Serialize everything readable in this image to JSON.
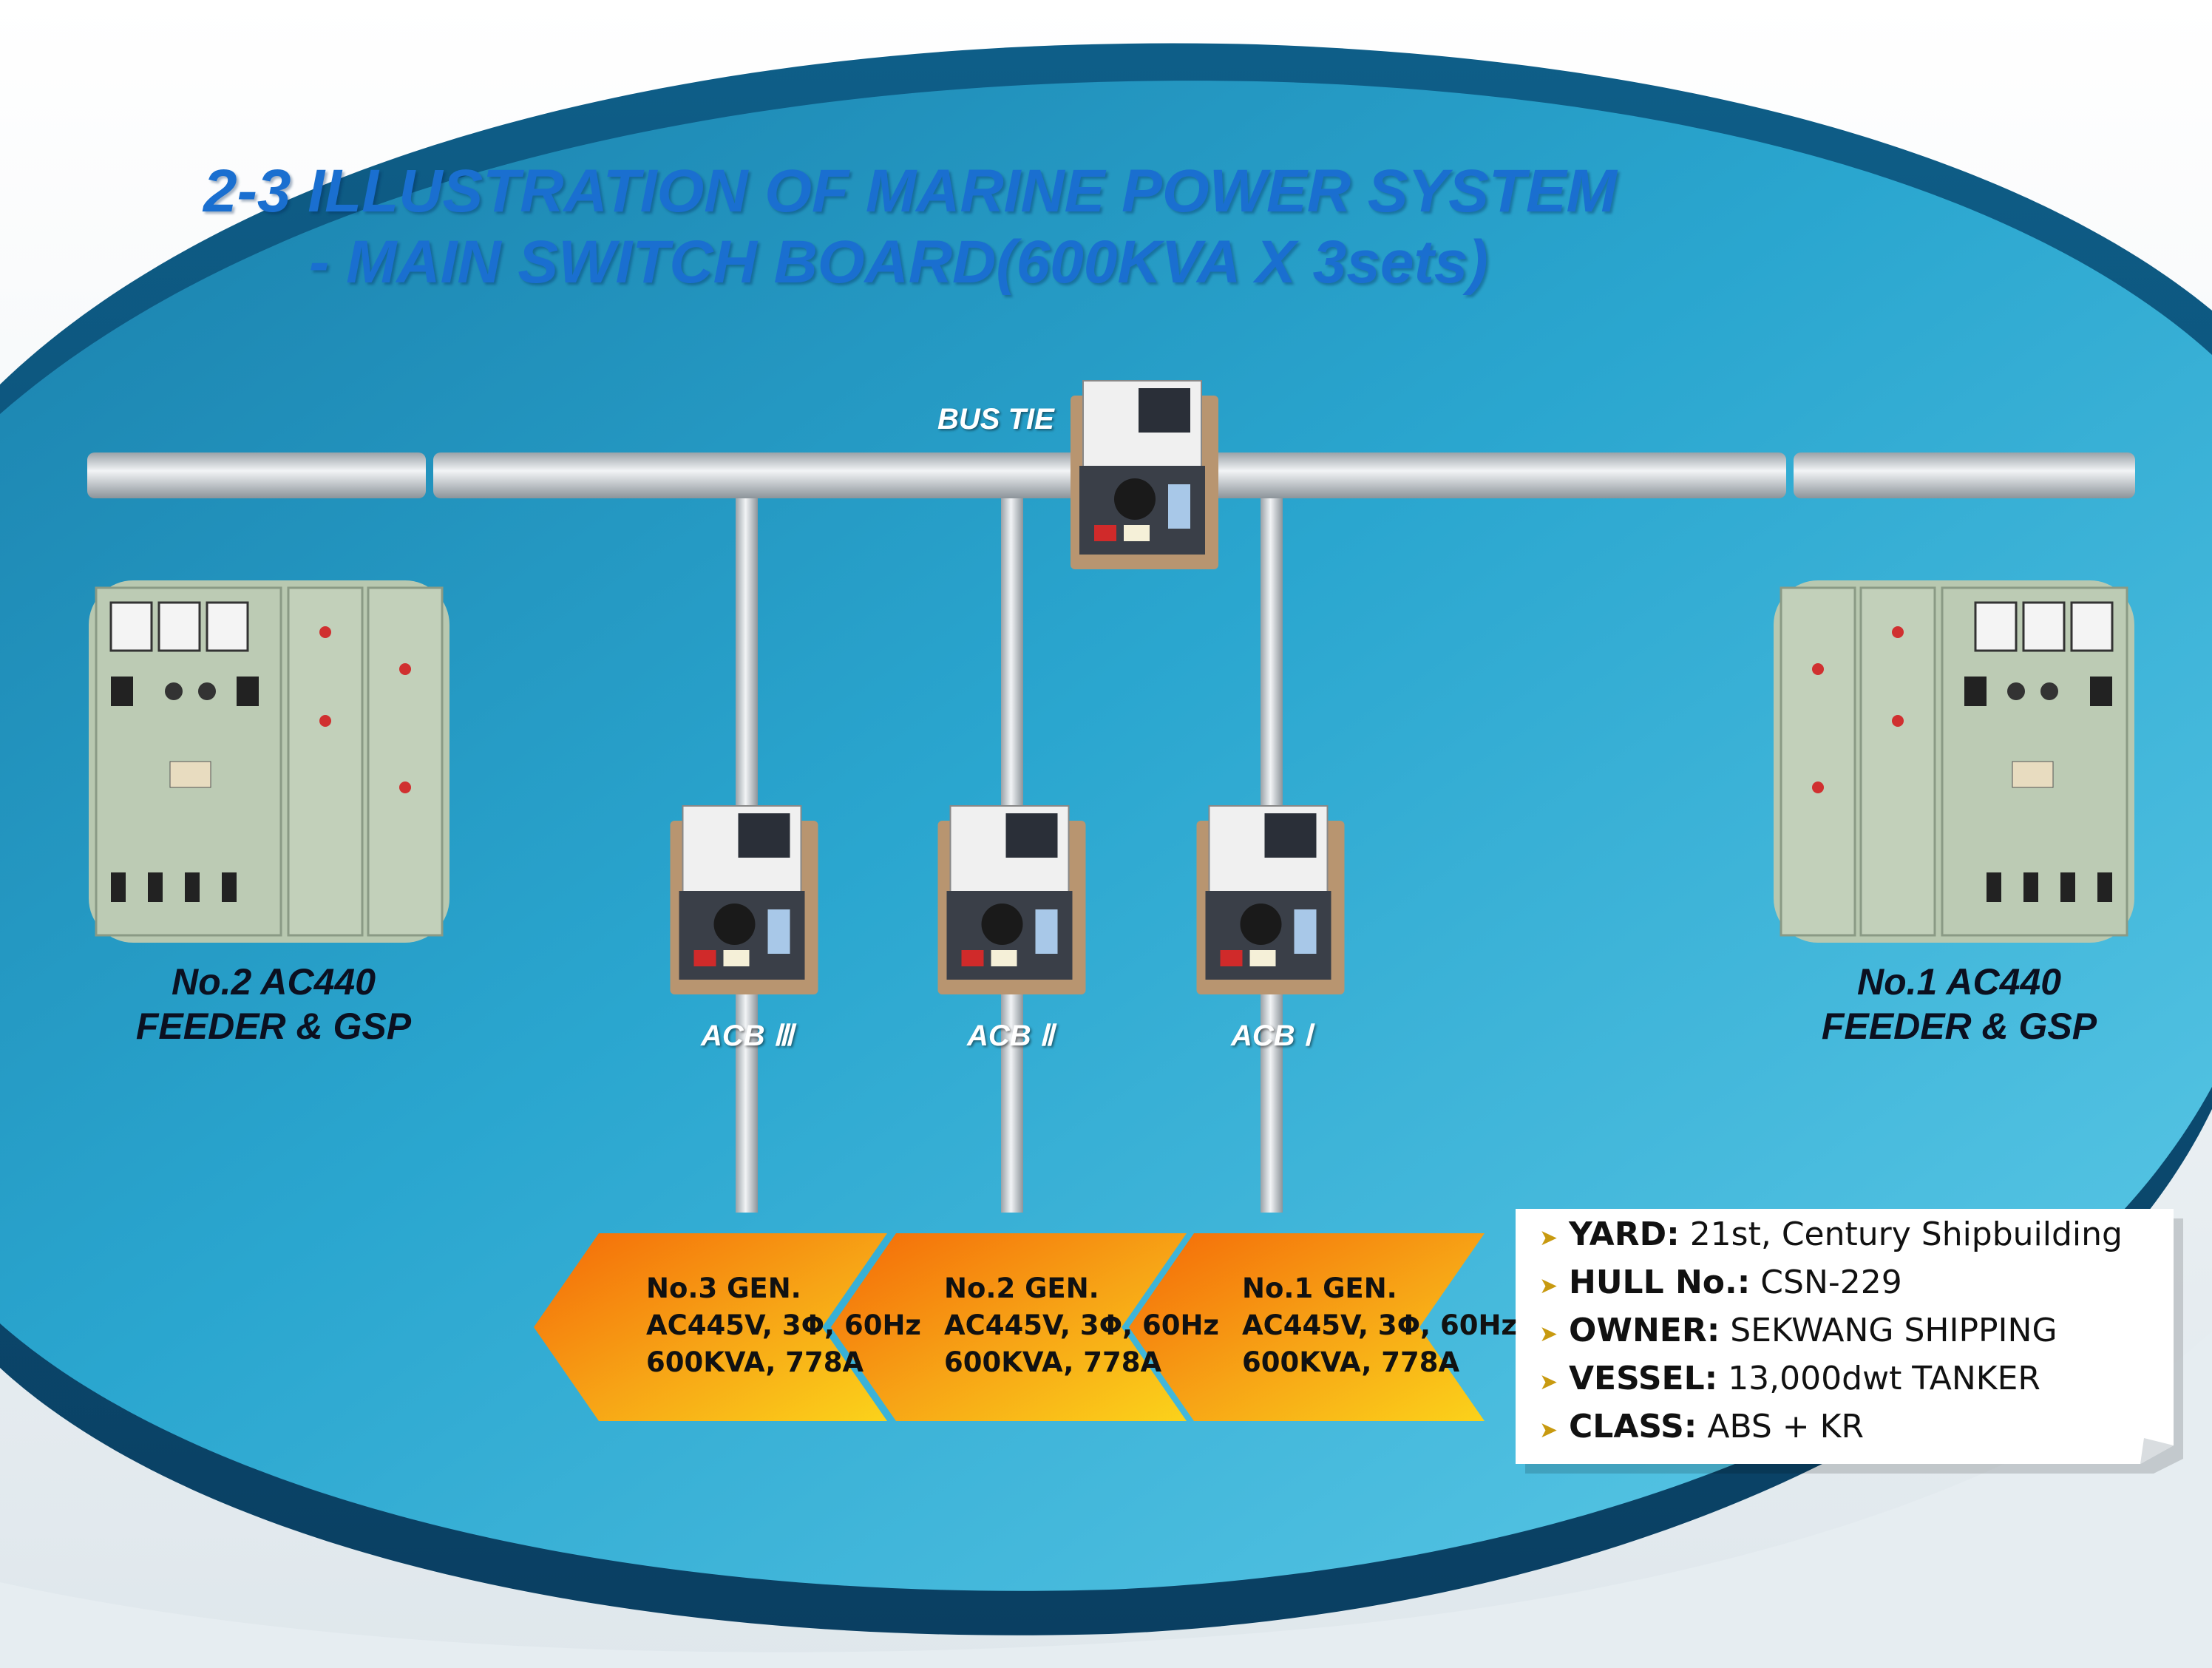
{
  "title": {
    "line1": "2-3 ILLUSTRATION OF MARINE POWER SYSTEM",
    "line2": "- MAIN SWITCH BOARD(600KVA X 3sets)"
  },
  "bus_tie": {
    "label": "BUS TIE"
  },
  "breakers": [
    {
      "label": "ACB Ⅲ"
    },
    {
      "label": "ACB Ⅱ"
    },
    {
      "label": "ACB Ⅰ"
    }
  ],
  "feeders": {
    "left": {
      "line1": "No.2 AC440",
      "line2": "FEEDER & GSP"
    },
    "right": {
      "line1": "No.1 AC440",
      "line2": "FEEDER & GSP"
    }
  },
  "generators": [
    {
      "name": "No.3 GEN.",
      "voltage": "AC445V, 3Φ, 60Hz",
      "rating": "600KVA, 778A"
    },
    {
      "name": "No.2 GEN.",
      "voltage": "AC445V, 3Φ, 60Hz",
      "rating": "600KVA, 778A"
    },
    {
      "name": "No.1 GEN.",
      "voltage": "AC445V, 3Φ, 60Hz",
      "rating": "600KVA, 778A"
    }
  ],
  "project_info": [
    {
      "key": "YARD:",
      "value": " 21st, Century Shipbuilding"
    },
    {
      "key": "HULL No.:",
      "value": " CSN-229"
    },
    {
      "key": "OWNER:",
      "value": " SEKWANG SHIPPING"
    },
    {
      "key": "VESSEL:",
      "value": " 13,000dwt TANKER"
    },
    {
      "key": "CLASS:",
      "value": " ABS + KR"
    }
  ],
  "colors": {
    "background_blue": "#2a9ec8",
    "title_blue": "#1a6fd0",
    "bus_bar": "#c8ccd0",
    "arrow_orange": "#f07a10",
    "arrow_yellow": "#f8c010"
  },
  "icons": {
    "bullet": "arrow-bullet-icon"
  }
}
